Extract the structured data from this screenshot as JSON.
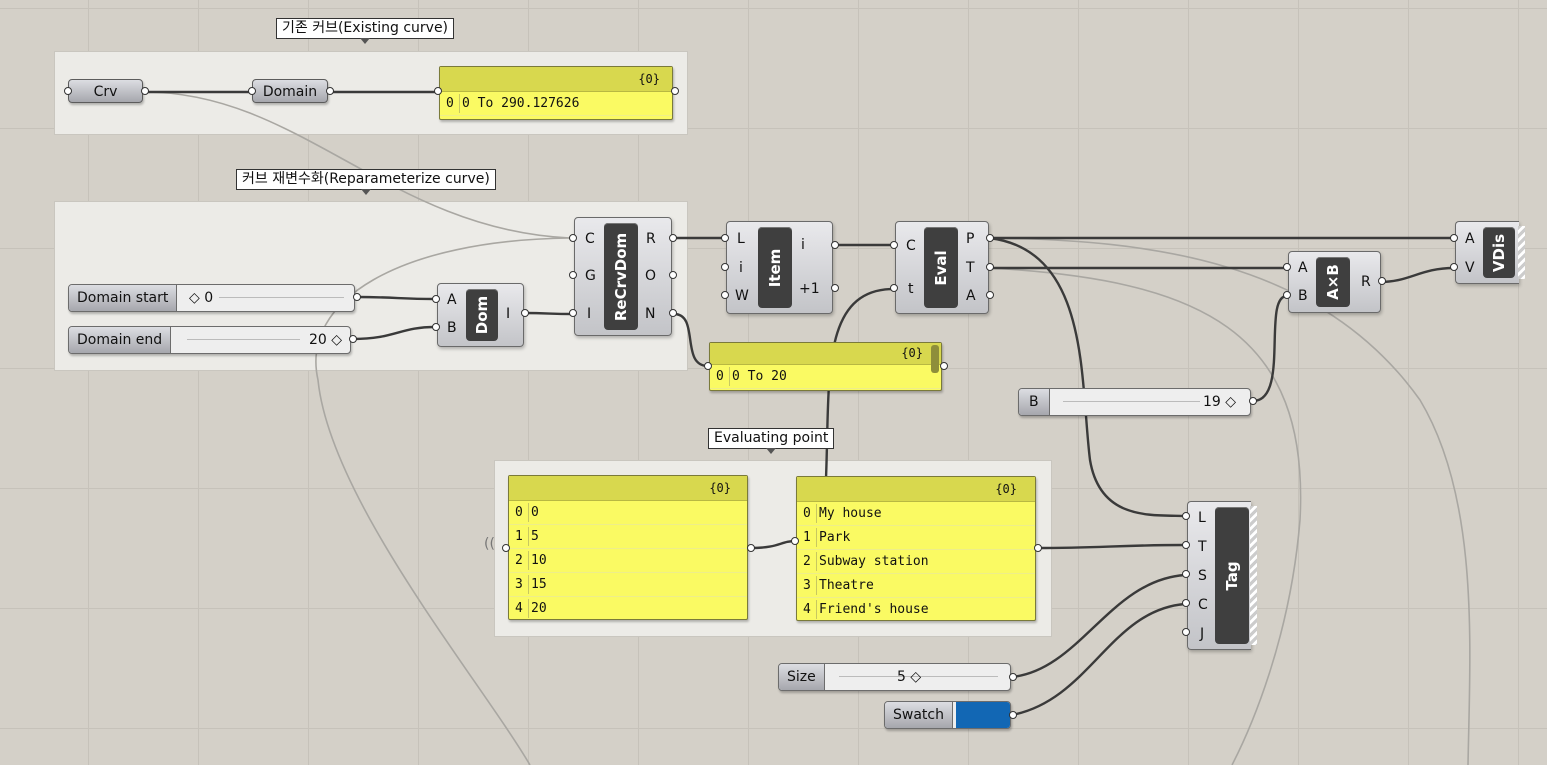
{
  "groups": {
    "existing": "기존 커브(Existing curve)",
    "reparam": "커브 재변수화(Reparameterize curve)",
    "evaluating": "Evaluating point"
  },
  "params": {
    "crv": "Crv",
    "domain": "Domain"
  },
  "panel_domain": {
    "path": "{0}",
    "rows": [
      {
        "i": "0",
        "v": "0 To 290.127626"
      }
    ]
  },
  "panel_reparam": {
    "path": "{0}",
    "rows": [
      {
        "i": "0",
        "v": "0 To 20"
      }
    ]
  },
  "panel_params": {
    "path": "{0}",
    "rows": [
      {
        "i": "0",
        "v": "0"
      },
      {
        "i": "1",
        "v": "5"
      },
      {
        "i": "2",
        "v": "10"
      },
      {
        "i": "3",
        "v": "15"
      },
      {
        "i": "4",
        "v": "20"
      }
    ]
  },
  "panel_tags": {
    "path": "{0}",
    "rows": [
      {
        "i": "0",
        "v": "My house"
      },
      {
        "i": "1",
        "v": "Park"
      },
      {
        "i": "2",
        "v": "Subway station"
      },
      {
        "i": "3",
        "v": "Theatre"
      },
      {
        "i": "4",
        "v": "Friend's house"
      }
    ]
  },
  "sliders": {
    "domain_start": {
      "label": "Domain start",
      "value": "0"
    },
    "domain_end": {
      "label": "Domain end",
      "value": "20"
    },
    "b": {
      "label": "B",
      "value": "19"
    },
    "size": {
      "label": "Size",
      "value": "5"
    },
    "swatch": {
      "label": "Swatch",
      "color": "#1267b4"
    }
  },
  "components": {
    "dom": {
      "name": "Dom",
      "inputs": [
        "A",
        "B"
      ],
      "outputs": [
        "I"
      ]
    },
    "recrvdom": {
      "name": "ReCrvDom",
      "inputs": [
        "C",
        "G",
        "I"
      ],
      "outputs": [
        "R",
        "O",
        "N"
      ]
    },
    "item": {
      "name": "Item",
      "inputs": [
        "L",
        "i",
        "W"
      ],
      "outputs": [
        "i",
        "+1"
      ]
    },
    "eval": {
      "name": "Eval",
      "inputs": [
        "C",
        "t"
      ],
      "outputs": [
        "P",
        "T",
        "A"
      ]
    },
    "axb": {
      "name": "A×B",
      "inputs": [
        "A",
        "B"
      ],
      "outputs": [
        "R"
      ]
    },
    "vdis": {
      "name": "VDis",
      "inputs": [
        "A",
        "V"
      ]
    },
    "tag": {
      "name": "Tag",
      "inputs": [
        "L",
        "T",
        "S",
        "C",
        "J"
      ]
    }
  }
}
